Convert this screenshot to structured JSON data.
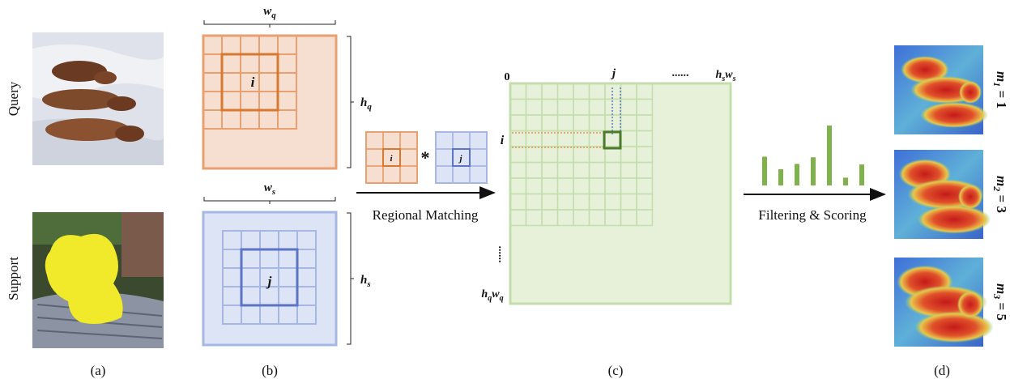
{
  "panels": {
    "a": {
      "caption": "(a)",
      "query_label": "Query",
      "support_label": "Support"
    },
    "b": {
      "caption": "(b)",
      "query_width_label": "w",
      "query_width_sub": "q",
      "query_height_label": "h",
      "query_height_sub": "q",
      "query_cell_label": "i",
      "support_width_label": "w",
      "support_width_sub": "s",
      "support_height_label": "h",
      "support_height_sub": "s",
      "support_cell_label": "j"
    },
    "matching": {
      "query_patch_label": "i",
      "operator": "*",
      "support_patch_label": "j",
      "arrow_label": "Regional Matching"
    },
    "c": {
      "caption": "(c)",
      "origin_label": "0",
      "col_label": "j",
      "col_dots": "......",
      "col_end_label": "h",
      "col_end_sub1": "s",
      "col_end_mid": "w",
      "col_end_sub2": "s",
      "row_label": "i",
      "row_dots": "......",
      "row_end_label": "h",
      "row_end_sub1": "q",
      "row_end_mid": "w",
      "row_end_sub2": "q"
    },
    "scoring": {
      "arrow_label": "Filtering & Scoring",
      "bar_values": [
        0.48,
        0.27,
        0.36,
        0.47,
        1.0,
        0.13,
        0.35
      ],
      "bar_color": "#7fb24a"
    },
    "d": {
      "caption": "(d)",
      "maps": [
        {
          "var": "m",
          "sub": "1",
          "eq": " = 1"
        },
        {
          "var": "m",
          "sub": "2",
          "eq": " = 3"
        },
        {
          "var": "m",
          "sub": "3",
          "eq": " = 5"
        }
      ]
    }
  },
  "colors": {
    "query_fill": "#f6dfd0",
    "query_stroke": "#e8a070",
    "query_dark": "#d9782f",
    "support_fill": "#dde4f5",
    "support_stroke": "#a7b7e3",
    "support_dark": "#5b74c6",
    "corr_fill": "#e7f1da",
    "corr_stroke": "#c4ddad",
    "corr_dark": "#4b7a2c"
  }
}
